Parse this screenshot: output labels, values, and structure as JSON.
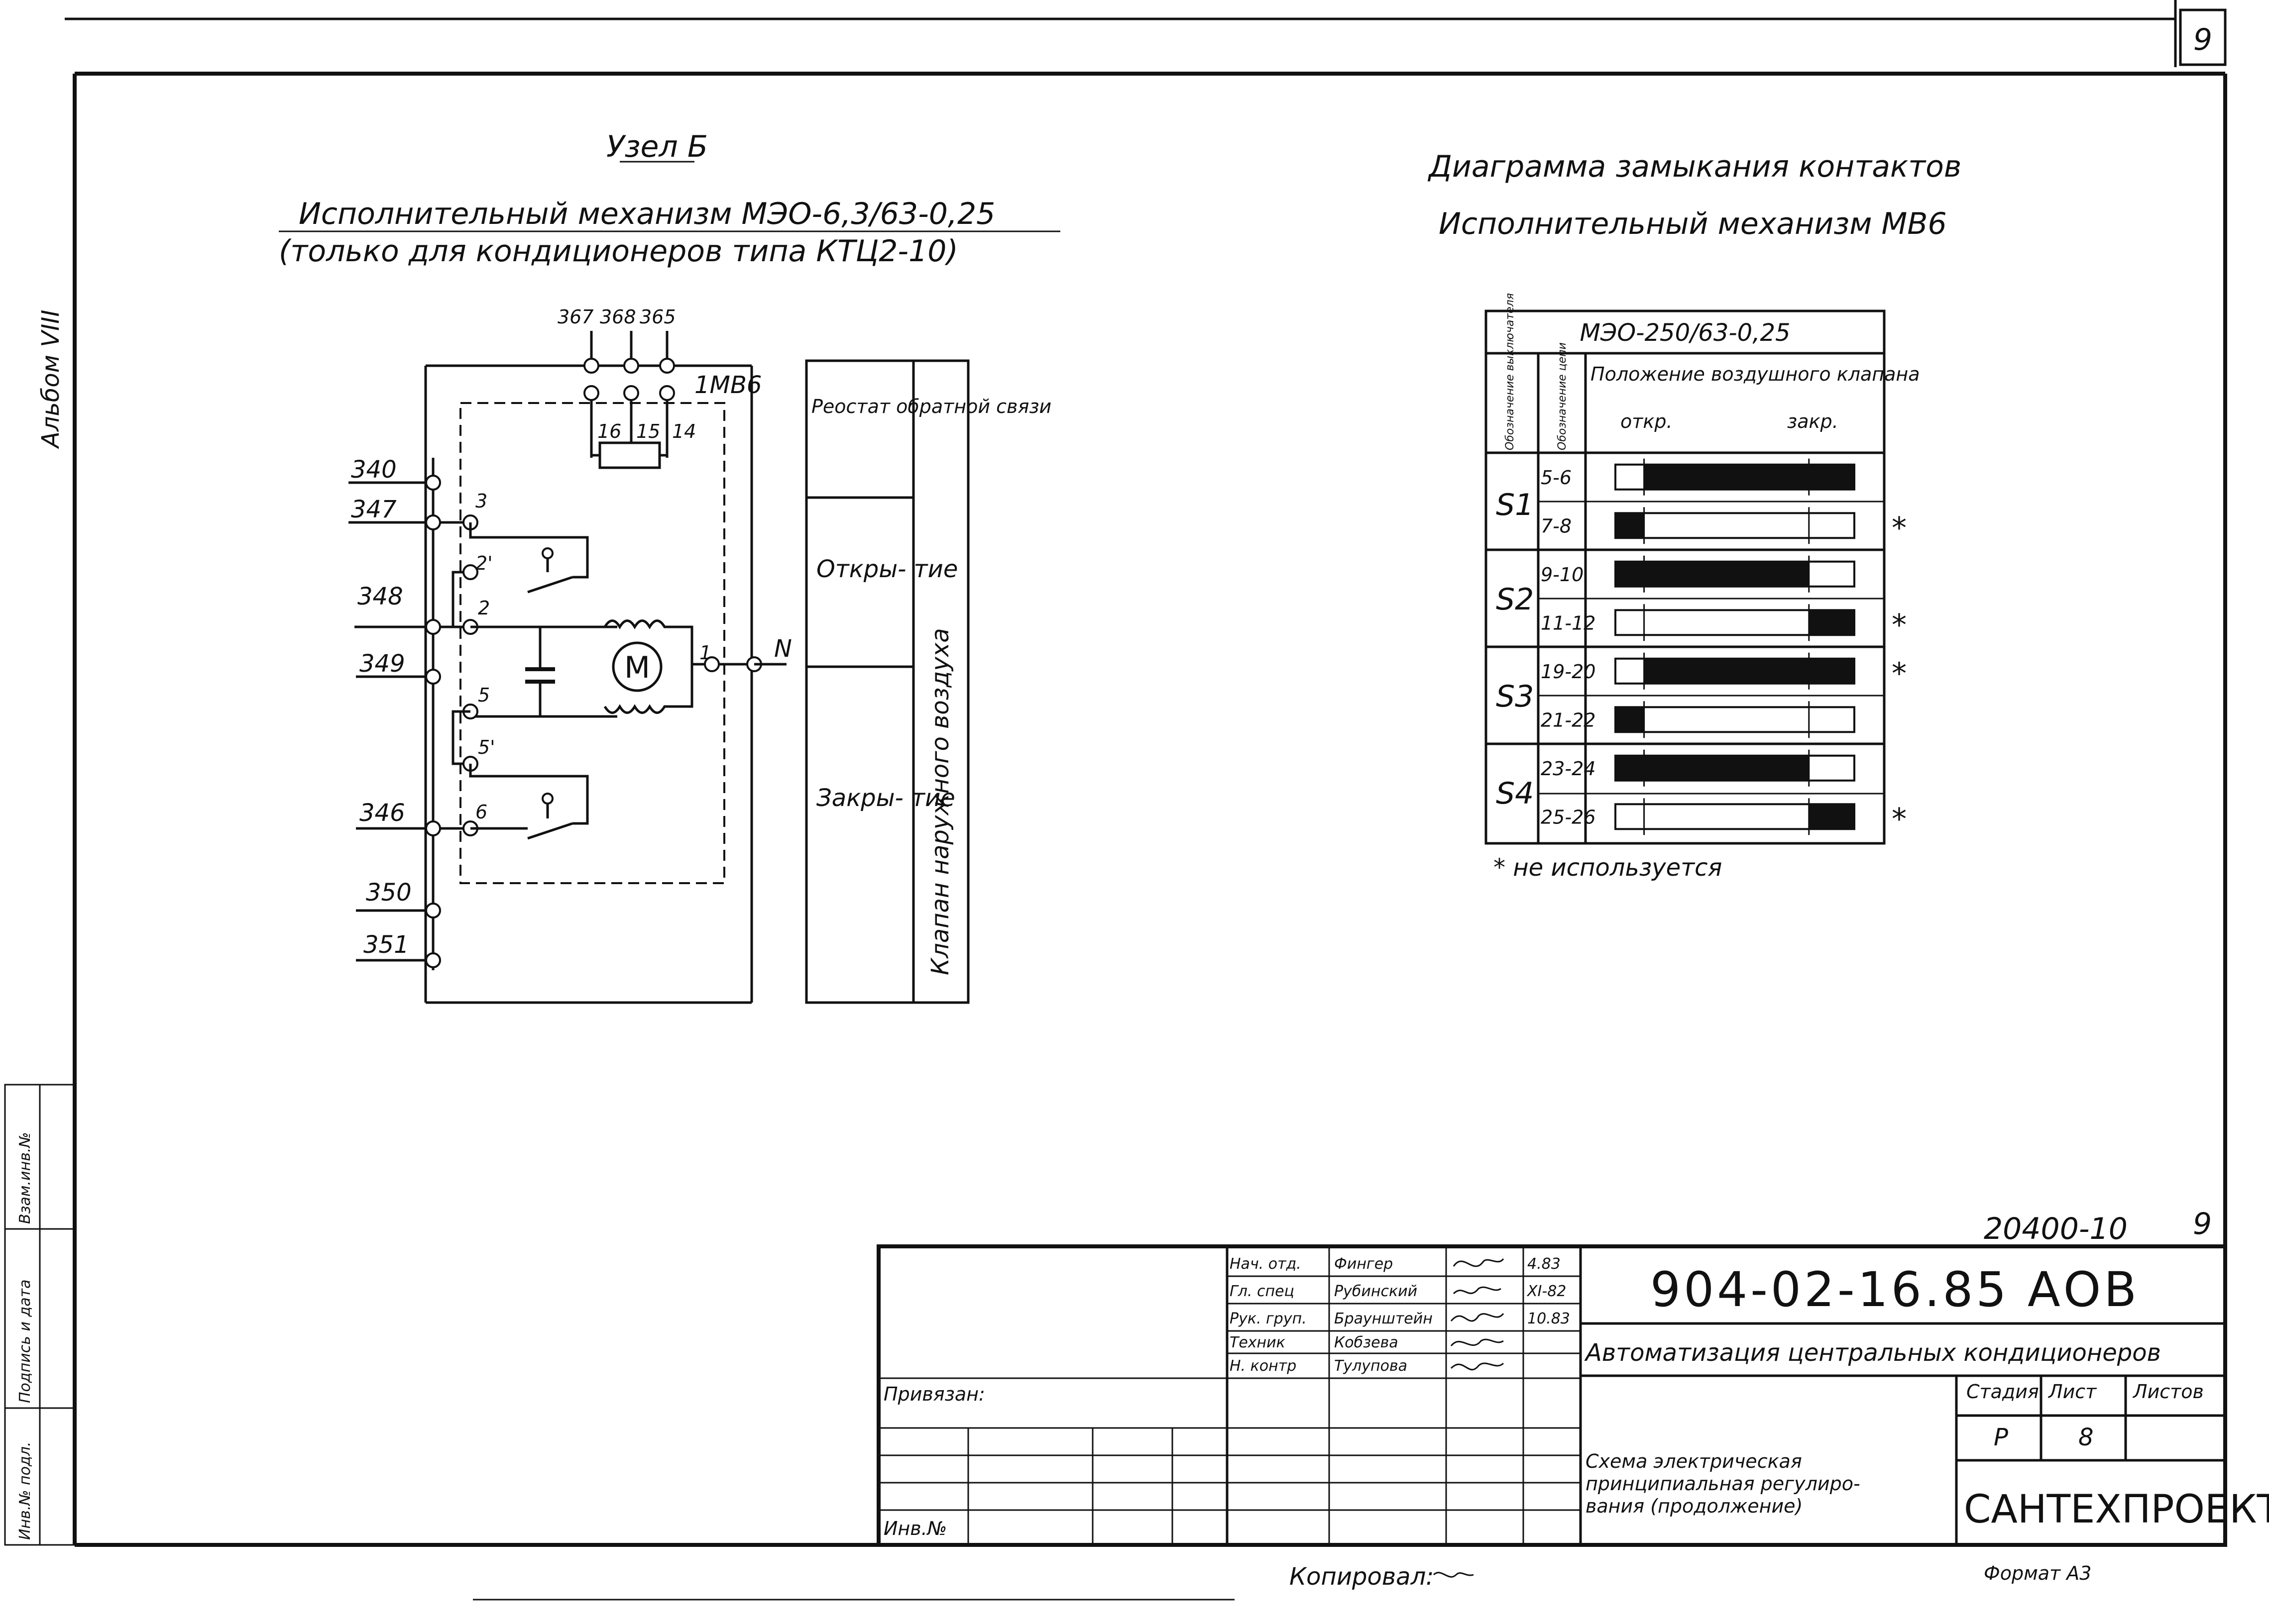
{
  "sheet": {
    "page_number": "9",
    "page_number_alt": "9",
    "album_label": "Альбом VIII",
    "stamp_columns": [
      "Взам.инв.№",
      "Подпись и дата",
      "Инв.№ подл."
    ]
  },
  "left": {
    "node_title": "Узел Б",
    "subtitle1": "Исполнительный механизм МЭО-6,3/63-0,25",
    "subtitle2": "(только для кондиционеров типа КТЦ2-10)",
    "top_terminals": [
      "367",
      "368",
      "365"
    ],
    "device_label": "1МВ6",
    "pot_terminals": [
      "16",
      "15",
      "14"
    ],
    "left_terminals": [
      "340",
      "347",
      "348",
      "349",
      "346",
      "350",
      "351"
    ],
    "contacts": [
      "3",
      "2'",
      "2",
      "5",
      "5'",
      "6",
      "1"
    ],
    "neutral_label": "N",
    "motor_label": "М",
    "legend": {
      "cell1": "Реостат обратной связи",
      "cell2": "Откры- тие",
      "cell3": "Закры- тие",
      "vertical": "Клапан наружного воздуха"
    }
  },
  "right": {
    "title1": "Диаграмма замыкания контактов",
    "title2": "Исполнительный механизм МВ6",
    "table_title": "МЭО-250/63-0,25",
    "header_col1": "Обозначение выключателя",
    "header_col2": "Обозначение цепи",
    "header_position": "Положение воздушного клапана",
    "header_open": "откр.",
    "header_close": "закр.",
    "note": "* не используется",
    "switches": [
      "S1",
      "S2",
      "S3",
      "S4"
    ],
    "rows": [
      {
        "circuit": "5-6",
        "fill_from": 0.12,
        "fill_to": 1.0,
        "star": false
      },
      {
        "circuit": "7-8",
        "fill_from": 0.0,
        "fill_to": 0.12,
        "star": true
      },
      {
        "circuit": "9-10",
        "fill_from": 0.0,
        "fill_to": 0.81,
        "star": false
      },
      {
        "circuit": "11-12",
        "fill_from": 0.81,
        "fill_to": 1.0,
        "star": true
      },
      {
        "circuit": "19-20",
        "fill_from": 0.12,
        "fill_to": 1.0,
        "star": true
      },
      {
        "circuit": "21-22",
        "fill_from": 0.0,
        "fill_to": 0.12,
        "star": false
      },
      {
        "circuit": "23-24",
        "fill_from": 0.0,
        "fill_to": 0.81,
        "star": false
      },
      {
        "circuit": "25-26",
        "fill_from": 0.81,
        "fill_to": 1.0,
        "star": true
      }
    ]
  },
  "title_block": {
    "drawing_no_top": "20400-10",
    "code": "904-02-16.85 АОВ",
    "project_title": "Автоматизация центральных кондиционеров",
    "sheet_title_lines": [
      "Схема электрическая",
      "принципиальная регулиро-",
      "вания (продолжение)"
    ],
    "stage_label": "Стадия",
    "stage_value": "Р",
    "sheet_label": "Лист",
    "sheet_value": "8",
    "sheets_label": "Листов",
    "org": "САНТЕХПРОЕКТ",
    "linked_label": "Привязан:",
    "inv_label": "Инв.№",
    "roles": [
      "Нач. отд.",
      "Гл. спец",
      "Рук. груп.",
      "Техник",
      "Н. контр"
    ],
    "names": [
      "Фингер",
      "Рубинский",
      "Браунштейн",
      "Кобзева",
      "Тулупова"
    ],
    "dates": [
      "4.83",
      "XI-82",
      "10.83",
      "",
      ""
    ],
    "copied": "Копировал:",
    "format": "Формат А3"
  }
}
